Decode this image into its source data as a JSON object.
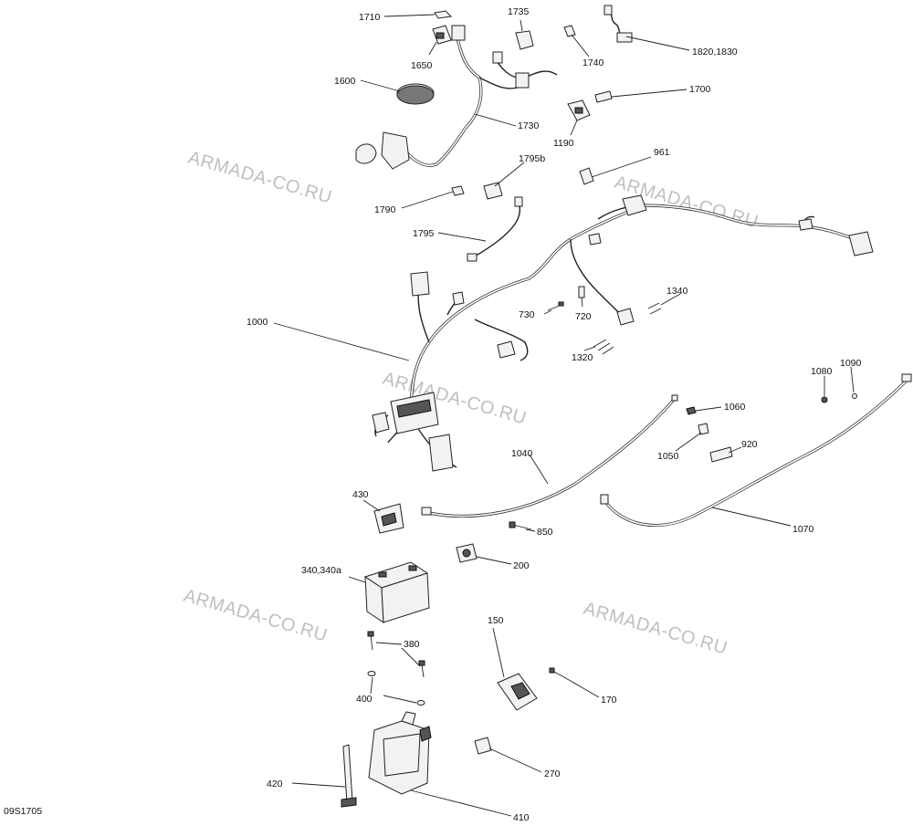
{
  "diagram": {
    "drawing_code": "09S1705",
    "watermark": "ARMADA-CO.RU",
    "labels": {
      "p1710": "1710",
      "p1650": "1650",
      "p1735": "1735",
      "p1740": "1740",
      "p1820": "1820,1830",
      "p1600": "1600",
      "p1730": "1730",
      "p1700": "1700",
      "p1190": "1190",
      "p961": "961",
      "p1795b": "1795b",
      "p1790": "1790",
      "p1795": "1795",
      "p1340": "1340",
      "p730": "730",
      "p720": "720",
      "p1000": "1000",
      "p1320": "1320",
      "p1080": "1080",
      "p1090": "1090",
      "p1060": "1060",
      "p1040": "1040",
      "p920": "920",
      "p1050": "1050",
      "p430": "430",
      "p850": "850",
      "p1070": "1070",
      "p200": "200",
      "p340": "340,340a",
      "p380": "380",
      "p150": "150",
      "p400": "400",
      "p170": "170",
      "p270": "270",
      "p420": "420",
      "p410": "410"
    }
  }
}
